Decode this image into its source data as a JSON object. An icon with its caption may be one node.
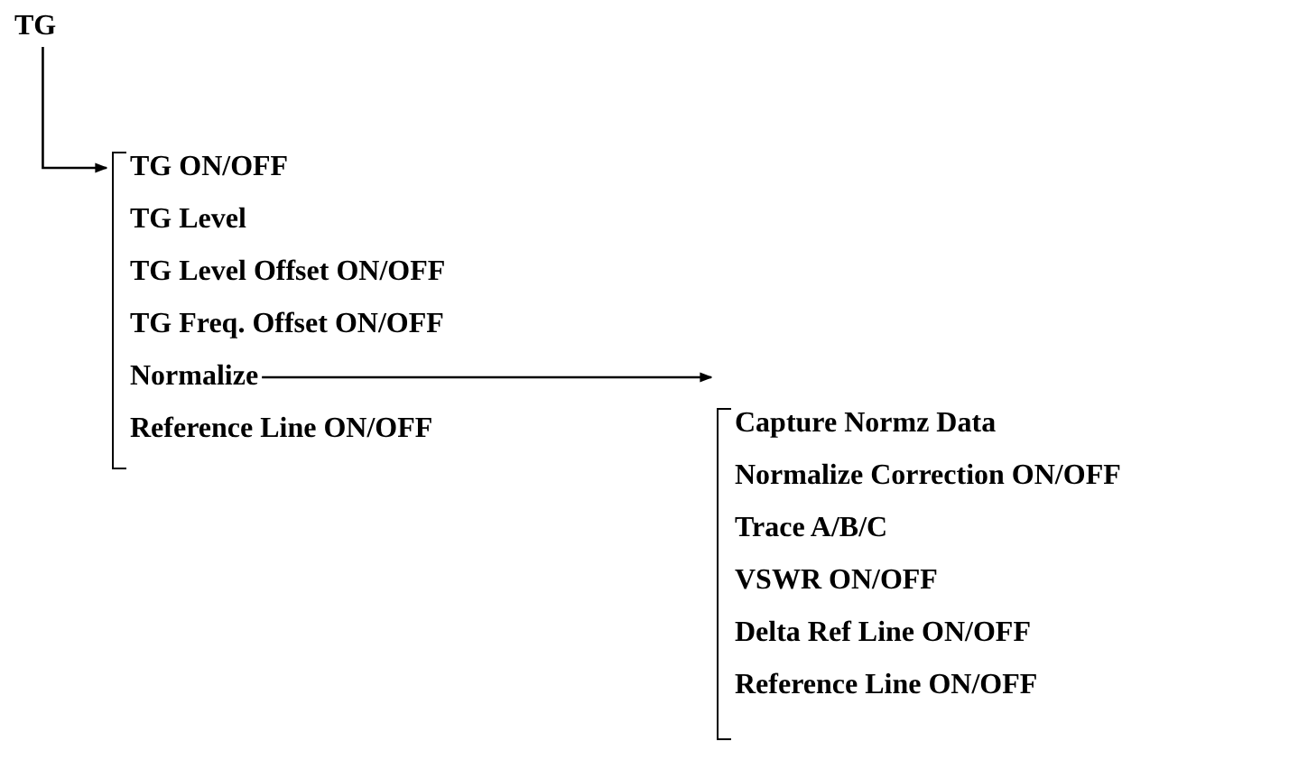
{
  "diagram": {
    "nodes": [
      {
        "text": [
          "TG"
        ]
      },
      {
        "text": [],
        "shape": "bracket"
      },
      {
        "text": [
          "TG ON/OFF"
        ],
        "in": 1
      },
      {
        "text": [
          "TG Level"
        ],
        "in": 1
      },
      {
        "text": [
          "TG Level Offset ON/OFF"
        ],
        "in": 1
      },
      {
        "text": [
          "TG Freq. Offset ON/OFF"
        ],
        "in": 1
      },
      {
        "text": [
          "Normalize"
        ],
        "in": 1
      },
      {
        "text": [
          "Reference Line ON/OFF"
        ],
        "in": 1
      },
      {
        "text": [],
        "shape": "bracket"
      },
      {
        "text": [
          "Capture Normz Data"
        ],
        "in": 8
      },
      {
        "text": [
          "Normalize Correction ON/OFF"
        ],
        "in": 8
      },
      {
        "text": [
          "Trace A/B/C"
        ],
        "in": 8
      },
      {
        "text": [
          "VSWR ON/OFF"
        ],
        "in": 8
      },
      {
        "text": [
          "Delta Ref Line ON/OFF"
        ],
        "in": 8
      },
      {
        "text": [
          "Reference Line ON/OFF"
        ],
        "in": 8
      }
    ],
    "edges": [
      {
        "from": 0,
        "to": 1,
        "arrow": "to"
      },
      {
        "from": 6,
        "to": 8,
        "arrow": "to"
      }
    ]
  }
}
